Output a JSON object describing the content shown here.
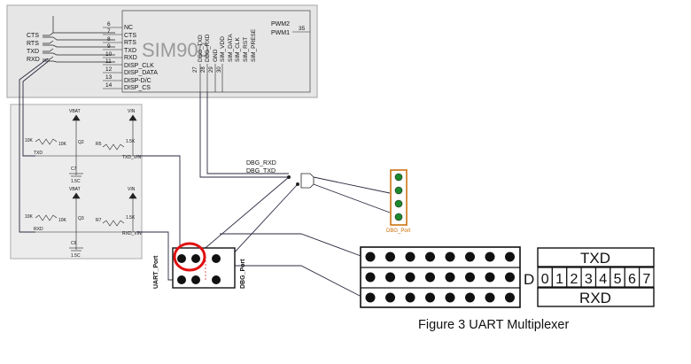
{
  "left_signals": [
    "CTS",
    "RTS",
    "TXD",
    "RXD"
  ],
  "sim_pin_numbers": [
    "6",
    "7",
    "8",
    "9",
    "10",
    "11",
    "12",
    "13",
    "14"
  ],
  "sim_pin_names": [
    "NC",
    "CTS",
    "RTS",
    "TXD",
    "RXD",
    "DISP_CLK",
    "DISP_DATA",
    "DISP-D/C",
    "DISP_CS"
  ],
  "chip_name": "SIM900",
  "top_pins": [
    "DBG_TXD",
    "DBG_RXD",
    "GND",
    "SIM_VDD",
    "SIM_DATA",
    "SIM_CLK",
    "SIM_RST",
    "SIM_PRESE"
  ],
  "top_pin_numbers": [
    "27",
    "28",
    "29",
    "30"
  ],
  "pwm": {
    "pwm2": "PWM2",
    "pwm1": "PWM1",
    "pin": "35"
  },
  "level_shifter": {
    "vbat": "VBAT",
    "vin": "VIN",
    "upper": {
      "r_a": "10K",
      "r_b": "10K",
      "r_c": "R5",
      "r_d": "1.5K",
      "q": "Q2",
      "c": "C7",
      "c_val": "1.5C",
      "net_l": "TXD",
      "net_r": "TXD_VIN"
    },
    "lower": {
      "r_a": "10K",
      "r_b": "10K",
      "r_c": "R7",
      "r_d": "1.5K",
      "q": "Q3",
      "c": "C6",
      "c_val": "1.5C",
      "net_l": "RXD",
      "net_r": "RXD_VIN"
    }
  },
  "dbg_nets": [
    "DBG_RXD",
    "DBG_TXD"
  ],
  "dbg_port_label": "DBG_Port",
  "uart_port_label": "UART_Port",
  "dbg_port_label_2": "DBG_Port",
  "mux": {
    "d_label": "D",
    "digits": [
      "0",
      "1",
      "2",
      "3",
      "4",
      "5",
      "6",
      "7"
    ],
    "txd": "TXD",
    "rxd": "RXD"
  },
  "caption": "Figure 3 UART Multiplexer"
}
